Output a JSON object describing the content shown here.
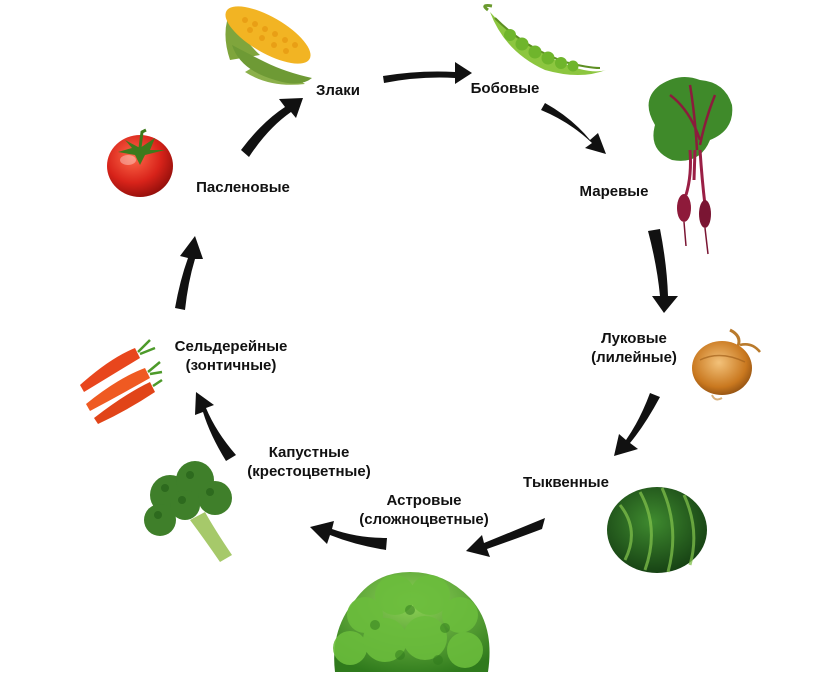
{
  "diagram": {
    "colors": {
      "arrow": "#111111",
      "text": "#111111",
      "background": "#ffffff"
    },
    "nodes": [
      {
        "id": "zlaki",
        "lines": [
          "Злаки"
        ],
        "icon": "corn-icon"
      },
      {
        "id": "bobovye",
        "lines": [
          "Бобовые"
        ],
        "icon": "pea-pod-icon"
      },
      {
        "id": "marevye",
        "lines": [
          "Маревые"
        ],
        "icon": "beet-icon"
      },
      {
        "id": "lukovye",
        "lines": [
          "Луковые",
          "(лилейные)"
        ],
        "icon": "onion-icon"
      },
      {
        "id": "tykvennye",
        "lines": [
          "Тыквенные"
        ],
        "icon": "watermelon-icon"
      },
      {
        "id": "astrovye",
        "lines": [
          "Астровые",
          "(сложноцветные)"
        ],
        "icon": "lettuce-icon"
      },
      {
        "id": "kapustnye",
        "lines": [
          "Капустные",
          "(крестоцветные)"
        ],
        "icon": "broccoli-icon"
      },
      {
        "id": "seldereinye",
        "lines": [
          "Сельдерейные",
          "(зонтичные)"
        ],
        "icon": "carrot-icon"
      },
      {
        "id": "paslenovye",
        "lines": [
          "Пасленовые"
        ],
        "icon": "tomato-icon"
      }
    ],
    "cycle_order": [
      "zlaki",
      "bobovye",
      "marevye",
      "lukovye",
      "tykvennye",
      "astrovye",
      "kapustnye",
      "seldereinye",
      "paslenovye"
    ]
  }
}
